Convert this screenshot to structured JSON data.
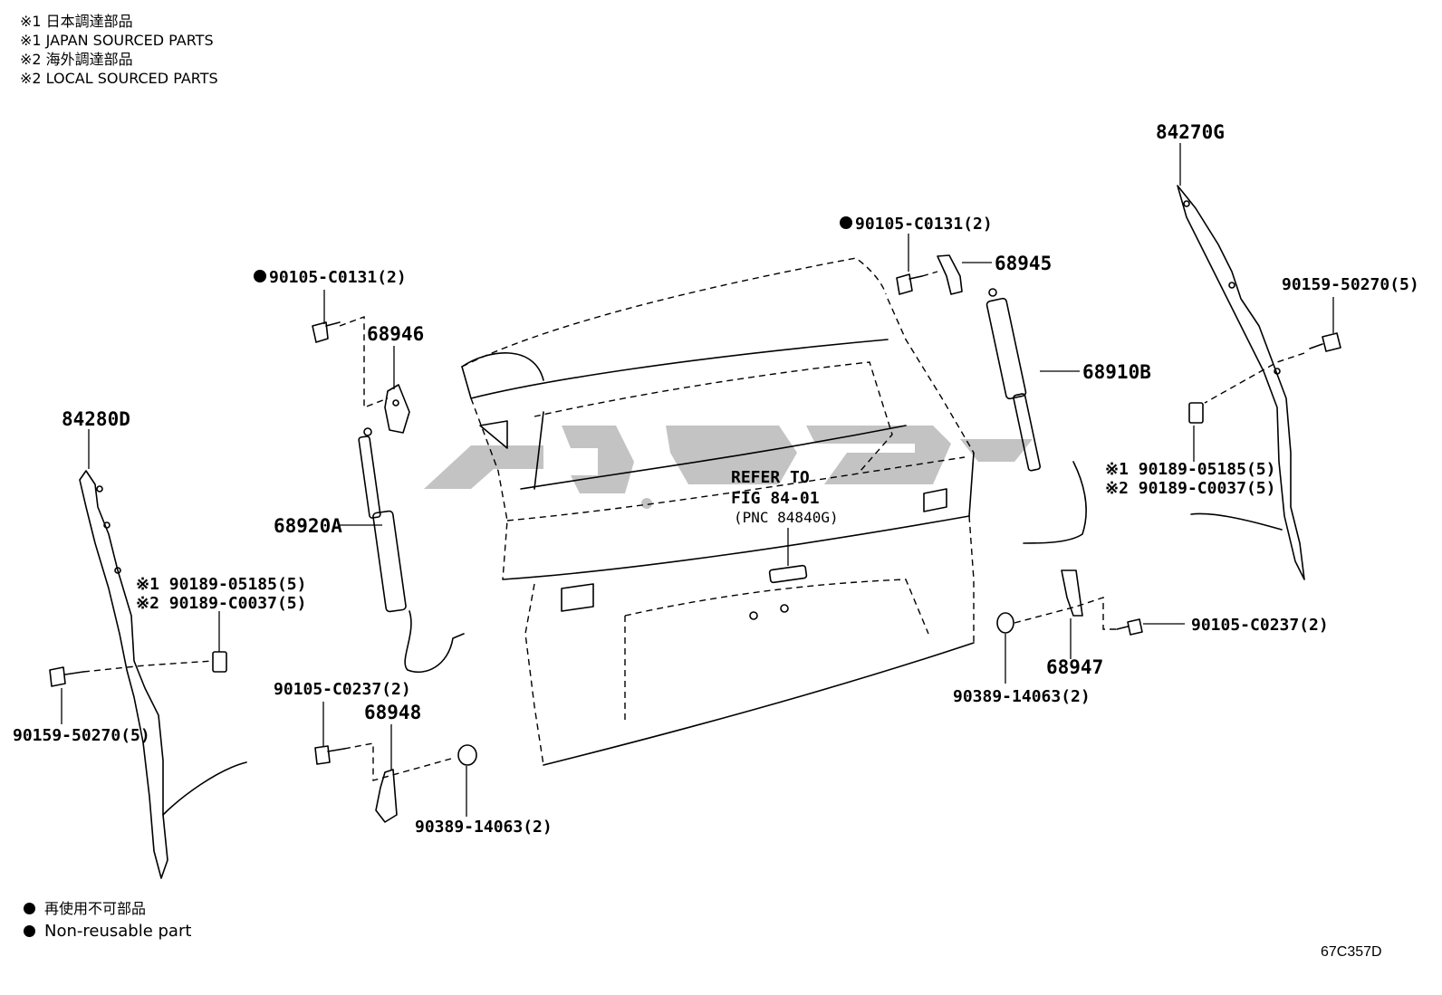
{
  "notes": {
    "line1": "※1 日本調達部品",
    "line2": "※1 JAPAN SOURCED PARTS",
    "line3": "※2 海外調達部品",
    "line4": "※2 LOCAL SOURCED PARTS"
  },
  "legend": {
    "line1": "再使用不可部品",
    "line2": "Non-reusable part"
  },
  "figure_id": "67C357D",
  "refer": {
    "line1": "REFER TO",
    "line2": "FIG 84-01",
    "line3": "(PNC 84840G)"
  },
  "labels": {
    "p84280D": "84280D",
    "p84270G": "84270G",
    "p90105_C0131_left": "90105-C0131(2)",
    "p90105_C0131_right": "90105-C0131(2)",
    "p68946": "68946",
    "p68945": "68945",
    "p68920A": "68920A",
    "p68910B": "68910B",
    "p90189_05185_left": "※1 90189-05185(5)",
    "p90189_C0037_left": "※2 90189-C0037(5)",
    "p90189_05185_right": "※1 90189-05185(5)",
    "p90189_C0037_right": "※2 90189-C0037(5)",
    "p90159_50270_left": "90159-50270(5)",
    "p90159_50270_right": "90159-50270(5)",
    "p90105_C0237_left": "90105-C0237(2)",
    "p90105_C0237_right": "90105-C0237(2)",
    "p68948": "68948",
    "p68947": "68947",
    "p90389_14063_left": "90389-14063(2)",
    "p90389_14063_right": "90389-14063(2)"
  }
}
